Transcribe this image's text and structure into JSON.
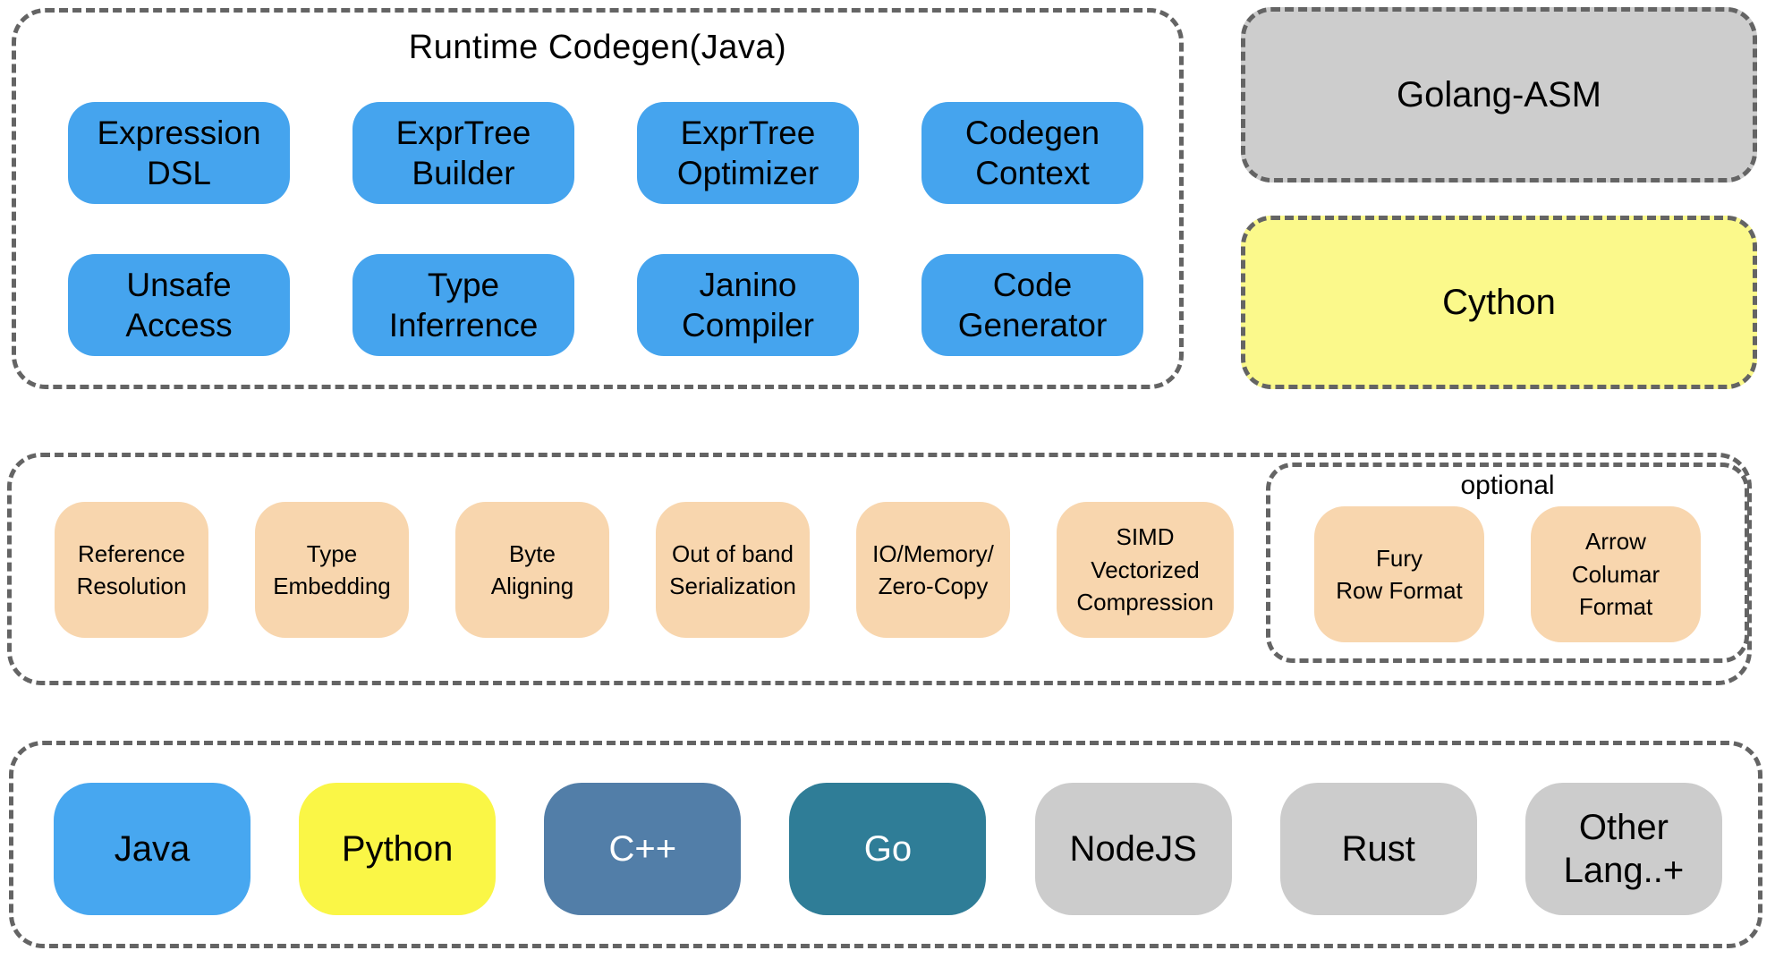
{
  "runtime": {
    "title": "Runtime Codegen(Java)",
    "boxes": [
      "Expression\nDSL",
      "ExprTree\nBuilder",
      "ExprTree\nOptimizer",
      "Codegen\nContext",
      "Unsafe\nAccess",
      "Type\nInferrence",
      "Janino\nCompiler",
      "Code\nGenerator"
    ]
  },
  "golang_asm": {
    "label": "Golang-ASM",
    "bg": "#cdcdcd"
  },
  "cython": {
    "label": "Cython",
    "bg": "#fbf98b"
  },
  "serialization": {
    "boxes": [
      "Reference\nResolution",
      "Type\nEmbedding",
      "Byte\nAligning",
      "Out of band\nSerialization",
      "IO/Memory/\nZero-Copy",
      "SIMD\nVectorized\nCompression"
    ],
    "optional_label": "optional",
    "optional_boxes": [
      "Fury\nRow Format",
      "Arrow\nColumar\nFormat"
    ]
  },
  "languages": [
    {
      "label": "Java",
      "bg": "#47a7f0",
      "fg": "#000000"
    },
    {
      "label": "Python",
      "bg": "#faf646",
      "fg": "#000000"
    },
    {
      "label": "C++",
      "bg": "#527ea8",
      "fg": "#ffffff"
    },
    {
      "label": "Go",
      "bg": "#2f7d97",
      "fg": "#ffffff"
    },
    {
      "label": "NodeJS",
      "bg": "#cccccc",
      "fg": "#000000"
    },
    {
      "label": "Rust",
      "bg": "#cccccc",
      "fg": "#000000"
    },
    {
      "label": "Other\nLang..+",
      "bg": "#cccccc",
      "fg": "#000000"
    }
  ],
  "colors": {
    "runtime_box_blue": "#45a4ee",
    "serialization_peach": "#f8d6ae",
    "dashed_border_gray": "#646464"
  }
}
